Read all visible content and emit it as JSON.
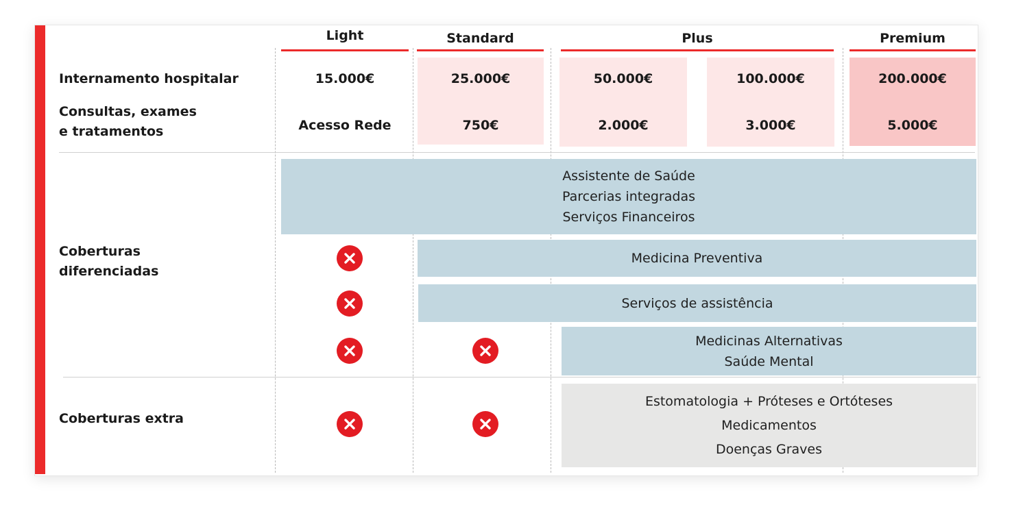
{
  "plans": [
    "Light",
    "Standard",
    "Plus",
    "Premium"
  ],
  "rows": {
    "internamento": {
      "label": "Internamento hospitalar",
      "values": [
        "15.000€",
        "25.000€",
        "50.000€",
        "100.000€",
        "200.000€"
      ]
    },
    "consultas": {
      "label_line1": "Consultas, exames",
      "label_line2": "e tratamentos",
      "values": [
        "Acesso Rede",
        "750€",
        "2.000€",
        "3.000€",
        "5.000€"
      ]
    }
  },
  "diferenciadas": {
    "label_line1": "Coberturas",
    "label_line2": "diferenciadas",
    "band1": [
      "Assistente de Saúde",
      "Parcerias integradas",
      "Serviços Financeiros"
    ],
    "band2": "Medicina Preventiva",
    "band3": "Serviços de assistência",
    "band4": [
      "Medicinas Alternativas",
      "Saúde Mental"
    ]
  },
  "extra": {
    "label": "Coberturas extra",
    "band": [
      "Estomatologia + Próteses e Ortóteses",
      "Medicamentos",
      "Doenças Graves"
    ]
  },
  "icons": {
    "not_included": "x-circle-icon"
  },
  "colors": {
    "accent": "#ec2a2a",
    "cross": "#e31c23",
    "band": "#c2d7e0",
    "extra_band": "#e7e7e6",
    "tint_light": "#fde7e7",
    "tint_strong": "#f9c6c6"
  }
}
